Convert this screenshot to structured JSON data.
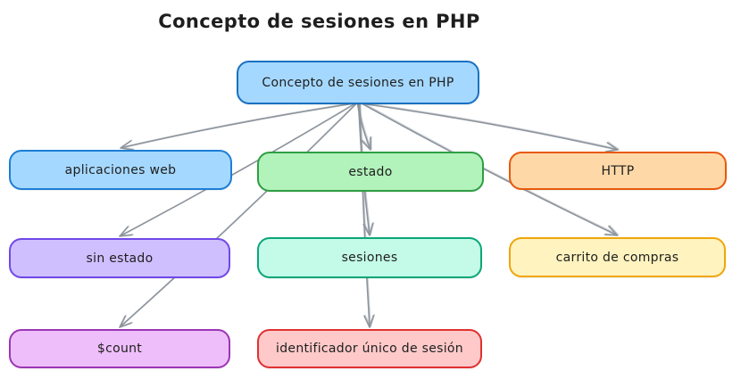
{
  "title": "Concepto de sesiones en PHP",
  "diagram": {
    "text_color": "#1e1e1e",
    "arrow_color": "#8d959d",
    "root": {
      "id": "root",
      "label": "Concepto de sesiones en PHP",
      "fill": "#a5d8ff",
      "stroke": "#1971c2"
    },
    "nodes": [
      {
        "id": "aplicaciones-web",
        "label": "aplicaciones web",
        "fill": "#a5d8ff",
        "stroke": "#1c7ed6"
      },
      {
        "id": "estado",
        "label": "estado",
        "fill": "#b2f2bb",
        "stroke": "#2f9e44"
      },
      {
        "id": "http",
        "label": "HTTP",
        "fill": "#ffd8a8",
        "stroke": "#e8590c"
      },
      {
        "id": "sin-estado",
        "label": "sin estado",
        "fill": "#d0bfff",
        "stroke": "#7048e8"
      },
      {
        "id": "sesiones",
        "label": "sesiones",
        "fill": "#c3fae8",
        "stroke": "#0ca678"
      },
      {
        "id": "carrito-de-compras",
        "label": "carrito de compras",
        "fill": "#fff3bf",
        "stroke": "#f0a60a"
      },
      {
        "id": "count-variable",
        "label": "$count",
        "fill": "#eebefa",
        "stroke": "#9c36b5"
      },
      {
        "id": "identificador-unico-de-sesion",
        "label": "identificador único de sesión",
        "fill": "#ffc9c9",
        "stroke": "#e03131"
      }
    ],
    "edges": [
      {
        "from": "root",
        "to": "aplicaciones-web"
      },
      {
        "from": "root",
        "to": "sin-estado"
      },
      {
        "from": "root",
        "to": "count-variable"
      },
      {
        "from": "root",
        "to": "estado"
      },
      {
        "from": "root",
        "to": "sesiones"
      },
      {
        "from": "root",
        "to": "identificador-unico-de-sesion"
      },
      {
        "from": "root",
        "to": "http"
      },
      {
        "from": "root",
        "to": "carrito-de-compras"
      }
    ]
  }
}
